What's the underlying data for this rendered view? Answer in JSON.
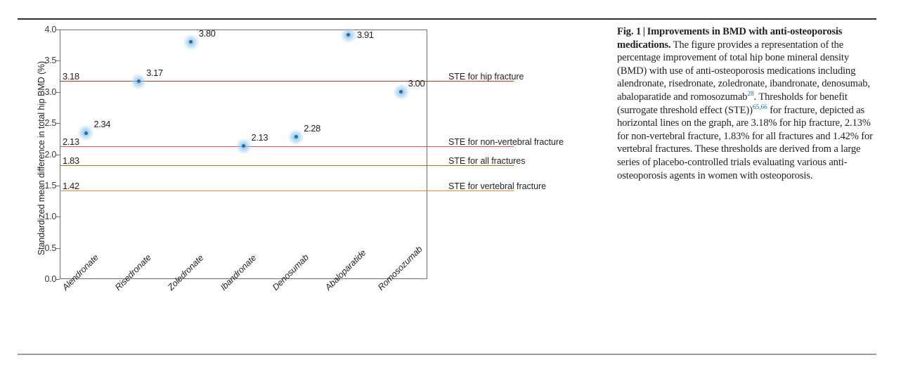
{
  "figure": {
    "label": "Fig. 1",
    "title": "Improvements in BMD with anti-osteoporosis medications.",
    "caption_part1": " The figure provides a representation of the percentage improvement of total hip bone mineral density (BMD) with use of anti-osteoporosis medications including alendronate, risedronate, zoledronate, ibandronate, denosumab, abaloparatide and romosozumab",
    "ref1": "28",
    "caption_part2": ". Thresholds for benefit (surrogate threshold effect (STE))",
    "ref2": "65,66",
    "caption_part3": " for fracture, depicted as horizontal lines on the graph, are 3.18% for hip fracture, 2.13% for non-vertebral fracture, 1.83% for all fractures and 1.42% for vertebral fractures. These thresholds are derived from a large series of placebo-controlled trials evaluating various anti-osteoporosis agents in women with osteoporosis."
  },
  "chart_data": {
    "type": "scatter",
    "title": "",
    "xlabel": "",
    "ylabel": "Standardized mean difference in total hip BMD (%)",
    "ylim": [
      0.0,
      4.0
    ],
    "yticks": [
      "0.0",
      "0.5",
      "1.0",
      "1.5",
      "2.0",
      "2.5",
      "3.0",
      "3.5",
      "4.0"
    ],
    "ytick_values": [
      0.0,
      0.5,
      1.0,
      1.5,
      2.0,
      2.5,
      3.0,
      3.5,
      4.0
    ],
    "grid": false,
    "legend": "none",
    "categories": [
      "Alendronate",
      "Risedronate",
      "Zoledronate",
      "Ibandronate",
      "Denosumab",
      "Abaloparatide",
      "Romosozumab"
    ],
    "values": [
      2.34,
      3.17,
      3.8,
      2.13,
      2.28,
      3.91,
      3.0
    ],
    "point_labels": [
      "2.34",
      "3.17",
      "3.80",
      "2.13",
      "2.28",
      "3.91",
      "3.00"
    ],
    "marker_color": "#1f6fb0",
    "marker_glow_color": "#8bc4eb",
    "reference_lines": [
      {
        "value": 3.18,
        "value_label": "3.18",
        "label": "STE for hip fracture",
        "color": "#b5342c"
      },
      {
        "value": 2.13,
        "value_label": "2.13",
        "label": "STE for non-vertebral fracture",
        "color": "#d4565a"
      },
      {
        "value": 1.83,
        "value_label": "1.83",
        "label": "STE for all fractures",
        "color": "#9a7b1e"
      },
      {
        "value": 1.42,
        "value_label": "1.42",
        "label": "STE for vertebral fracture",
        "color": "#e8883c"
      }
    ]
  }
}
